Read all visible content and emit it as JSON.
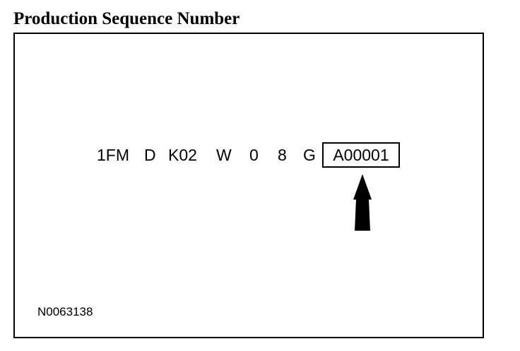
{
  "title": "Production Sequence Number",
  "vin_segments": [
    "1FM",
    "D",
    "K02",
    "W",
    "0",
    "8",
    "G"
  ],
  "highlighted_segment": "A00001",
  "reference_code": "N0063138",
  "icons": {
    "pointer": "up-arrow-icon"
  }
}
